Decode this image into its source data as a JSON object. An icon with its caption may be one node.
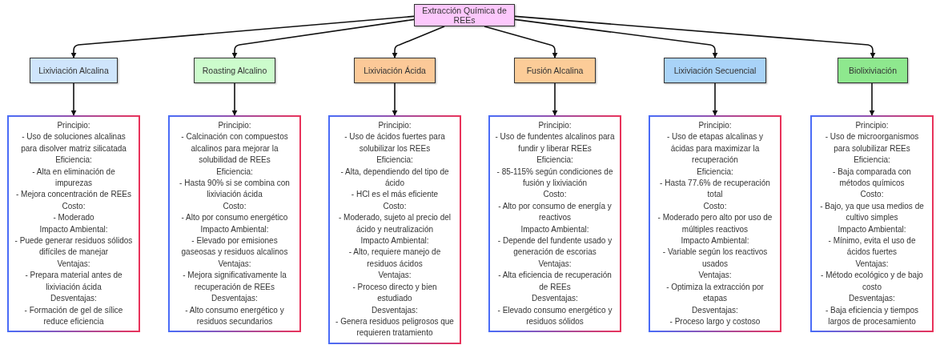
{
  "diagram": {
    "nodes": [
      {
        "text": [
          "Extracción Química de REEs"
        ]
      },
      {
        "text": [
          "Lixiviación Alcalina"
        ]
      },
      {
        "text": [
          "Roasting Alcalino"
        ]
      },
      {
        "text": [
          "Lixiviación Ácida"
        ]
      },
      {
        "text": [
          "Fusión Alcalina"
        ]
      },
      {
        "text": [
          "Lixiviación Secuencial"
        ]
      },
      {
        "text": [
          "Biolixiviación"
        ]
      },
      {
        "text": [
          "Principio:",
          "- Uso de soluciones alcalinas para disolver matriz silicatada",
          "Eficiencia:",
          "- Alta en eliminación de impurezas",
          "- Mejora concentración de REEs",
          "Costo:",
          "- Moderado",
          "Impacto Ambiental:",
          "- Puede generar residuos sólidos difíciles de manejar",
          "Ventajas:",
          "- Prepara material antes de lixiviación ácida",
          "Desventajas:",
          "- Formación de gel de sílice reduce eficiencia"
        ]
      },
      {
        "text": [
          "Principio:",
          "- Calcinación con compuestos alcalinos para mejorar la solubilidad de REEs",
          "Eficiencia:",
          "- Hasta 90% si se combina con lixiviación ácida",
          "Costo:",
          "- Alto por consumo energético",
          "Impacto Ambiental:",
          "- Elevado por emisiones gaseosas y residuos alcalinos",
          "Ventajas:",
          "- Mejora significativamente la recuperación de REEs",
          "Desventajas:",
          "- Alto consumo energético y residuos secundarios"
        ]
      },
      {
        "text": [
          "Principio:",
          "- Uso de ácidos fuertes para solubilizar los REEs",
          "Eficiencia:",
          "- Alta, dependiendo del tipo de ácido",
          "- HCl es el más eficiente",
          "Costo:",
          "- Moderado, sujeto al precio del ácido y neutralización",
          "Impacto Ambiental:",
          "- Alto, requiere manejo de residuos ácidos",
          "Ventajas:",
          "- Proceso directo y bien estudiado",
          "Desventajas:",
          "- Genera residuos peligrosos que requieren tratamiento"
        ]
      },
      {
        "text": [
          "Principio:",
          "- Uso de fundentes alcalinos para fundir y liberar REEs",
          "Eficiencia:",
          "- 85-115% según condiciones de fusión y lixiviación",
          "Costo:",
          "- Alto por consumo de energía y reactivos",
          "Impacto Ambiental:",
          "- Depende del fundente usado y generación de escorias",
          "Ventajas:",
          "- Alta eficiencia de recuperación de REEs",
          "Desventajas:",
          "- Elevado consumo energético y residuos sólidos"
        ]
      },
      {
        "text": [
          "Principio:",
          "- Uso de etapas alcalinas y ácidas para maximizar la recuperación",
          "Eficiencia:",
          "- Hasta 77.6% de recuperación total",
          "Costo:",
          "- Moderado pero alto por uso de múltiples reactivos",
          "Impacto Ambiental:",
          "- Variable según los reactivos usados",
          "Ventajas:",
          "- Optimiza la extracción por etapas",
          "Desventajas:",
          "- Proceso largo y costoso"
        ]
      },
      {
        "text": [
          "Principio:",
          "- Uso de microorganismos para solubilizar REEs",
          "Eficiencia:",
          "- Baja comparada con métodos químicos",
          "Costo:",
          "- Bajo, ya que usa medios de cultivo simples",
          "Impacto Ambiental:",
          "- Mínimo, evita el uso de ácidos fuertes",
          "Ventajas:",
          "- Método ecológico y de bajo costo",
          "Desventajas:",
          "- Baja eficiencia y tiempos largos de procesamiento"
        ]
      }
    ],
    "edges": [
      {
        "from": 0,
        "to": 1,
        "arrow": "to"
      },
      {
        "from": 0,
        "to": 2,
        "arrow": "to"
      },
      {
        "from": 0,
        "to": 3,
        "arrow": "to"
      },
      {
        "from": 0,
        "to": 4,
        "arrow": "to"
      },
      {
        "from": 0,
        "to": 5,
        "arrow": "to"
      },
      {
        "from": 0,
        "to": 6,
        "arrow": "to"
      },
      {
        "from": 1,
        "to": 7,
        "arrow": "to"
      },
      {
        "from": 2,
        "to": 8,
        "arrow": "to"
      },
      {
        "from": 3,
        "to": 9,
        "arrow": "to"
      },
      {
        "from": 4,
        "to": 10,
        "arrow": "to"
      },
      {
        "from": 5,
        "to": 11,
        "arrow": "to"
      },
      {
        "from": 6,
        "to": 12,
        "arrow": "to"
      }
    ]
  }
}
